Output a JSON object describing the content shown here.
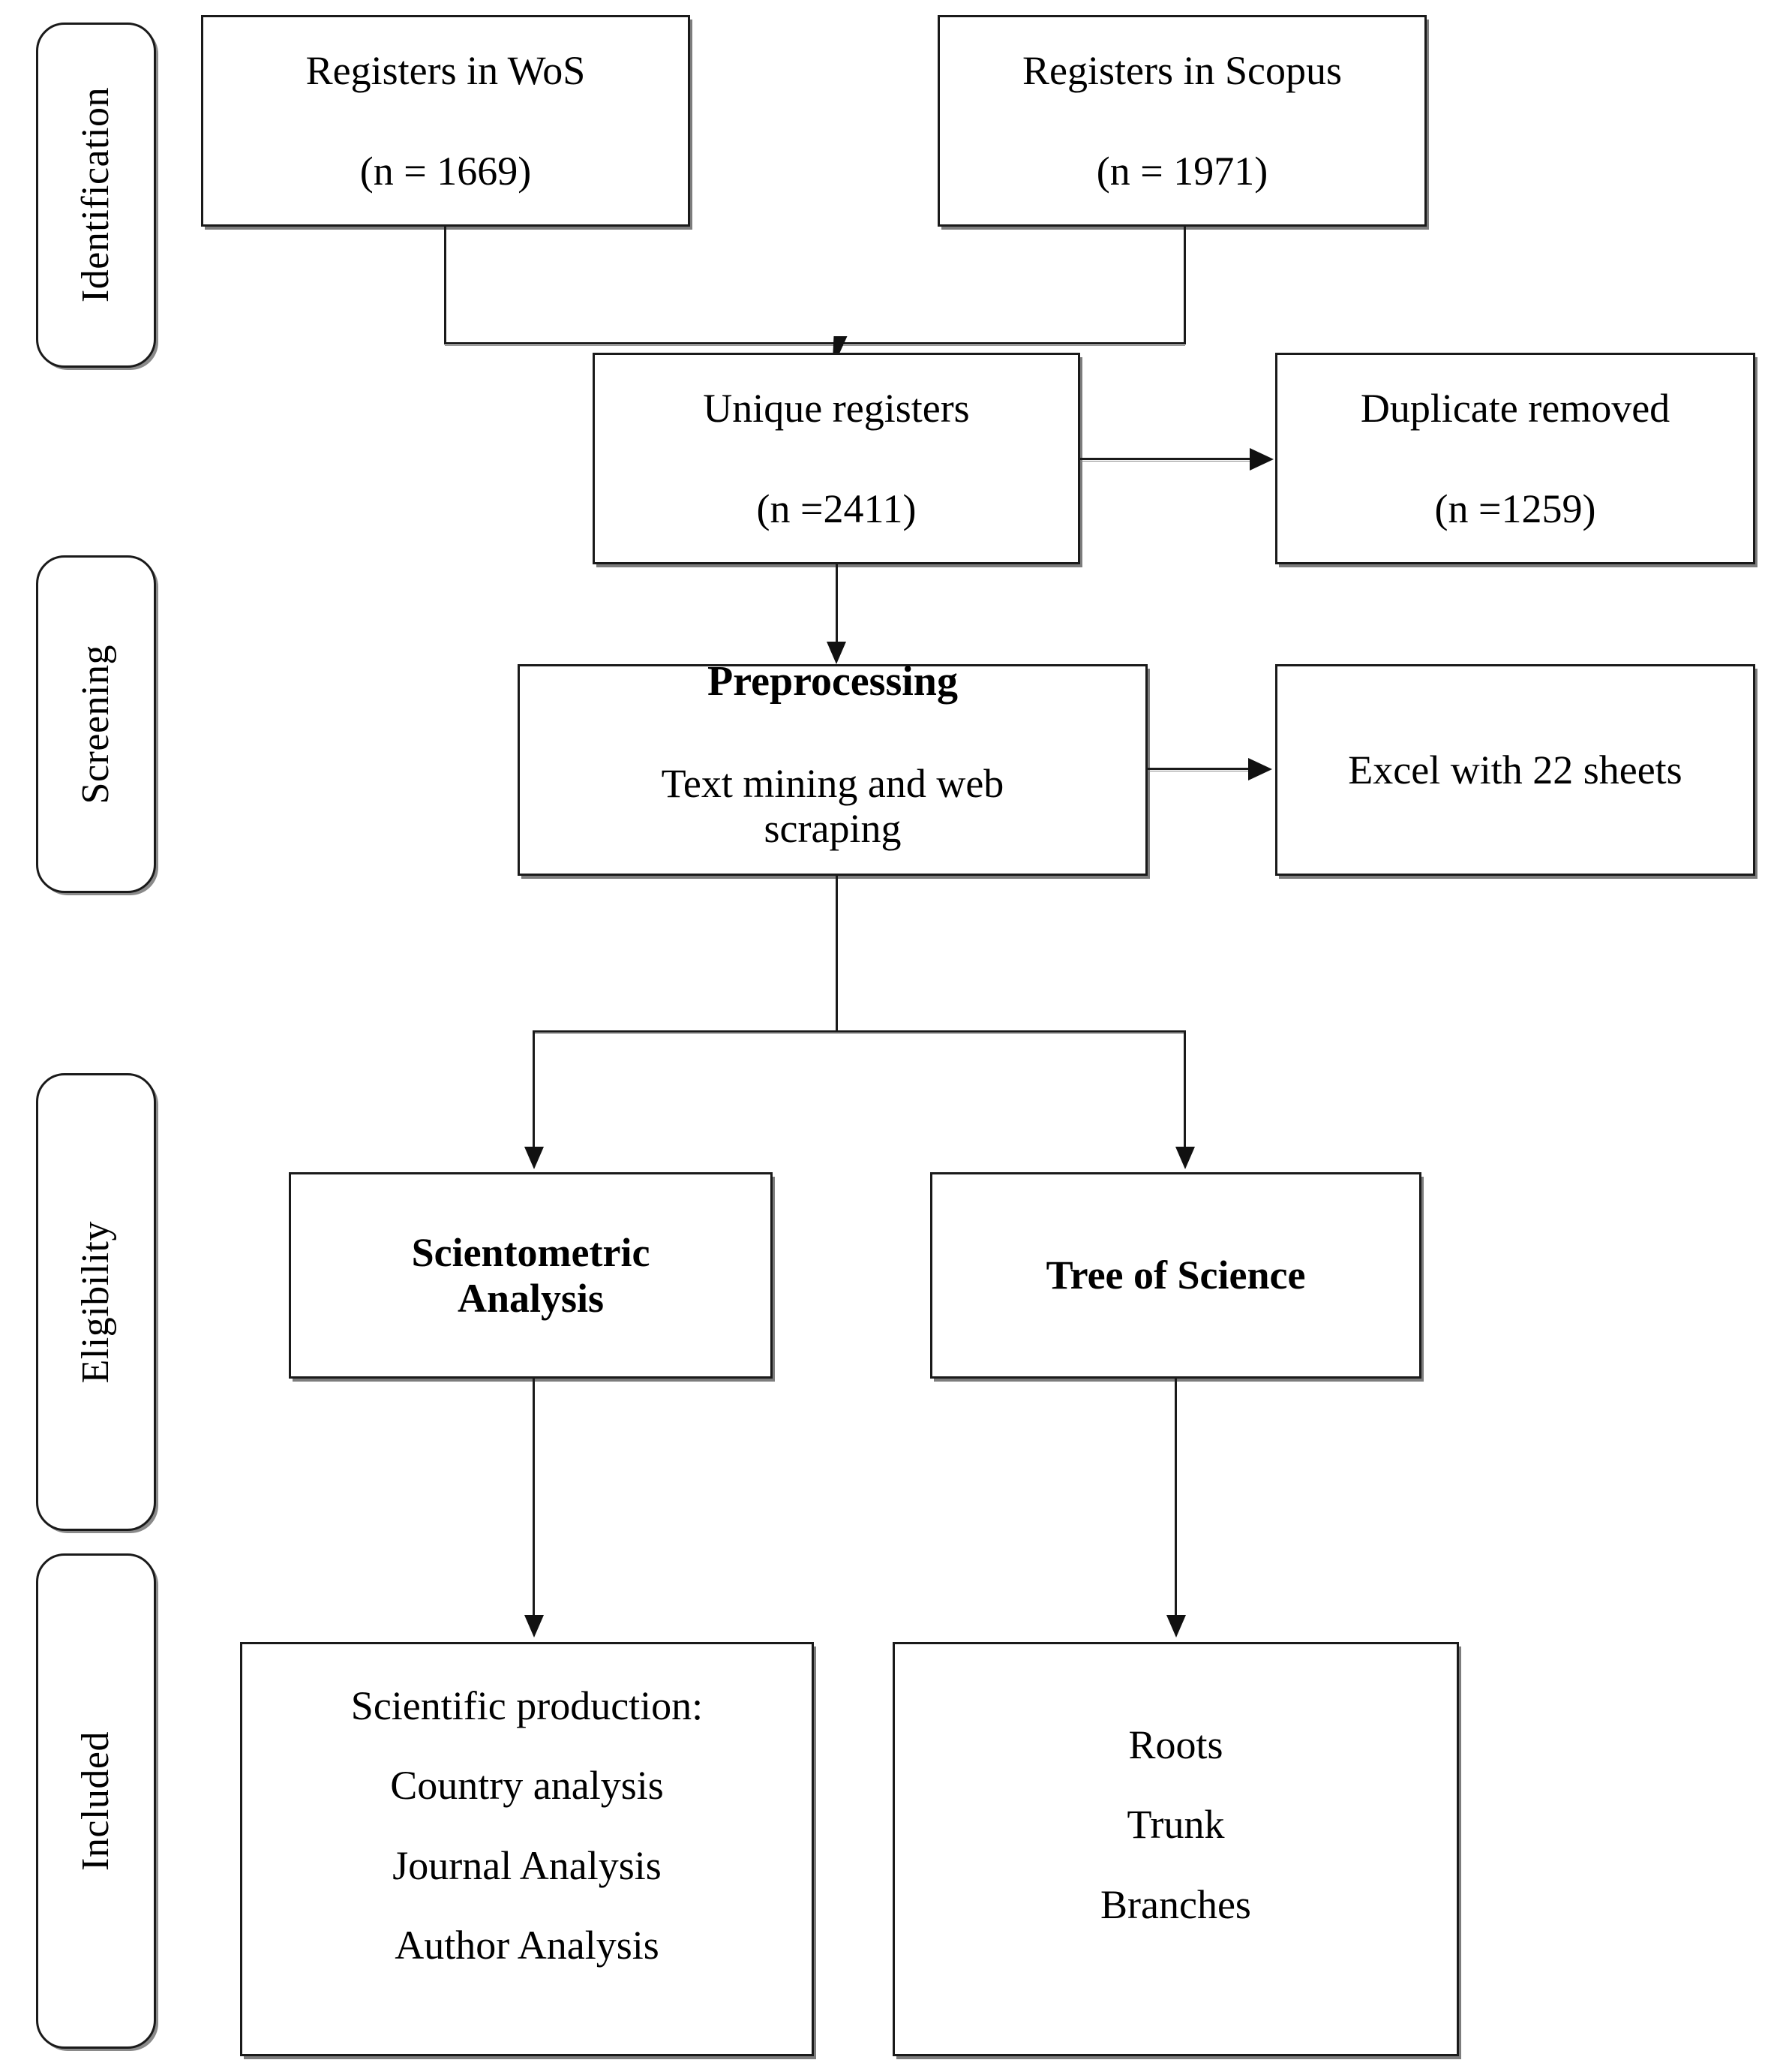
{
  "diagram": {
    "title": "PRISMA flow diagram",
    "type": "prisma-flowchart"
  },
  "stages": [
    {
      "id": "identification",
      "label": "Identification"
    },
    {
      "id": "screening",
      "label": "Screening"
    },
    {
      "id": "eligibility",
      "label": "Eligibility"
    },
    {
      "id": "included",
      "label": "Included"
    }
  ],
  "boxes": {
    "wos": {
      "title_regular": "Registers in ",
      "title_bold": "WoS",
      "count": "(n = 1669)"
    },
    "scopus": {
      "title_regular": "Registers in ",
      "title_bold": "Scopus",
      "count": "(n = 1971)"
    },
    "unique_registers": {
      "title": "Unique registers",
      "count": "(n =2411)"
    },
    "duplicate_removed": {
      "title": "Duplicate removed",
      "count": "(n =1259)"
    },
    "preprocessing": {
      "heading": "Preprocessing",
      "body_line1": "Text mining and web",
      "body_line2": "scraping"
    },
    "excel_output": {
      "title": "Excel with 22 sheets"
    },
    "scientometric_analysis": {
      "line1": "Scientometric",
      "line2": "Analysis"
    },
    "tree_of_science": {
      "title": "Tree of Science"
    },
    "scientific_production": {
      "heading": "Scientific production:",
      "items": [
        "Country analysis",
        "Journal Analysis",
        "Author Analysis"
      ]
    },
    "tos_components": {
      "items": [
        "Roots",
        "Trunk",
        "Branches"
      ]
    }
  },
  "colors": {
    "stroke": "#1a1a1a",
    "shadow": "#8a8a8a",
    "background": "#ffffff",
    "text": "#000000"
  }
}
